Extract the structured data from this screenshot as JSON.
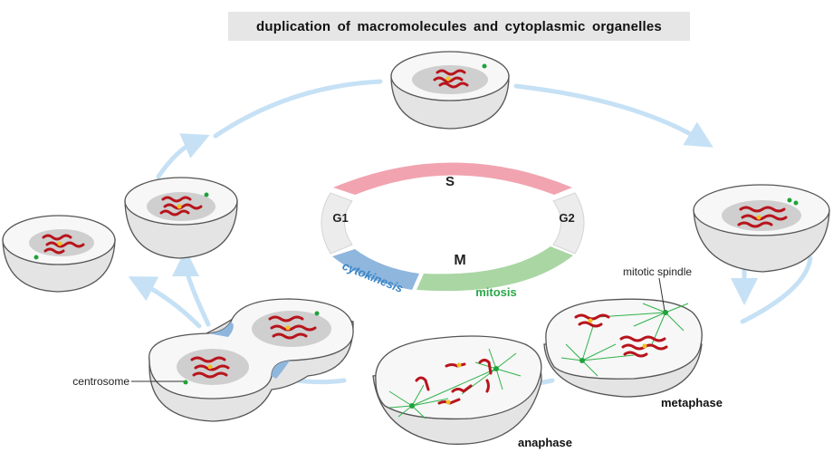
{
  "title": "duplication of macromolecules and cytoplasmic organelles",
  "phases": {
    "s": "S",
    "g1": "G1",
    "g2": "G2",
    "m": "M",
    "cytokinesis": "cytokinesis",
    "mitosis": "mitosis"
  },
  "annotations": {
    "mitotic_spindle": "mitotic spindle",
    "centrosome": "centrosome"
  },
  "stages": {
    "metaphase": "metaphase",
    "anaphase": "anaphase"
  },
  "colors": {
    "s_phase": "#f2a3b0",
    "g_phase": "#ececec",
    "mitosis": "#a9d6a3",
    "cytokinesis": "#8fb6dd",
    "cytokinesis_text": "#3a86c8",
    "mitosis_text": "#2aa84a",
    "arrow": "#c6e1f5",
    "cell_body": "#e6e6e6",
    "nucleus": "#cfcfcf",
    "chromosome": "#b8141c",
    "centromere": "#f3c01e",
    "centrosome": "#1fa33a",
    "spindle": "#2fb34a"
  }
}
